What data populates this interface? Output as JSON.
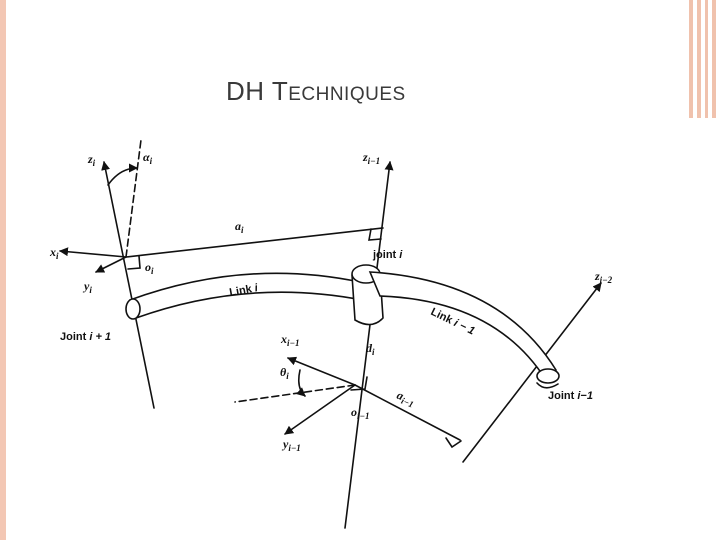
{
  "slide": {
    "title_first": "DH",
    "title_cap": "T",
    "title_rest": "ECHNIQUES"
  },
  "theme": {
    "border_color": "#f3c7b4",
    "title_color": "#3a3a3a",
    "line_color": "#111111"
  },
  "diagram": {
    "labels": {
      "z_i": "z",
      "z_i_sub": "i",
      "alpha_i": "α",
      "alpha_i_sub": "i",
      "z_im1": "z",
      "z_im1_sub": "i−1",
      "a_i": "a",
      "a_i_sub": "i",
      "joint_i": "joint",
      "joint_i_idx": "i",
      "x_i": "x",
      "x_i_sub": "i",
      "o_i": "o",
      "o_i_sub": "i",
      "y_i": "y",
      "y_i_sub": "i",
      "link_i": "Link",
      "link_i_idx": "i",
      "z_im2": "z",
      "z_im2_sub": "i−2",
      "link_im1": "Link",
      "link_im1_idx": "i − 1",
      "joint_ip1": "Joint",
      "joint_ip1_idx": "i + 1",
      "x_im1": "x",
      "x_im1_sub": "i−1",
      "d_i": "d",
      "d_i_sub": "i",
      "theta_i": "θ",
      "theta_i_sub": "i",
      "a_im1": "a",
      "a_im1_sub": "i−1",
      "o_im1": "o",
      "o_im1_sub": "i−1",
      "joint_im1": "Joint",
      "joint_im1_idx": "i−1",
      "y_im1": "y",
      "y_im1_sub": "i−1"
    }
  }
}
